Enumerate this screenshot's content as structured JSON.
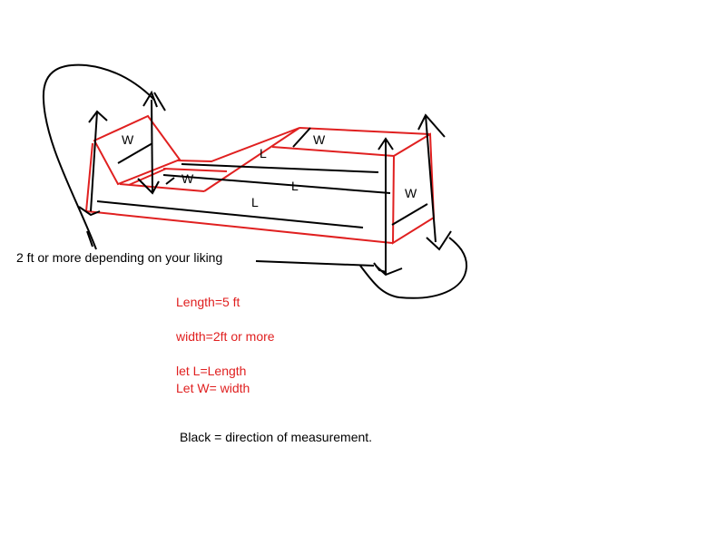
{
  "diagram": {
    "labels": {
      "w1": "W",
      "w2": "W",
      "w3": "W",
      "w4": "W",
      "l1": "L",
      "l2": "L",
      "l3": "L"
    },
    "side_note": "2 ft or more depending on your liking",
    "notes": [
      "Length=5 ft",
      "width=2ft or more",
      "let L=Length",
      "Let W= width"
    ],
    "legend": "Black = direction of measurement.",
    "colors": {
      "shape": "#e02020",
      "measure": "#000000"
    }
  }
}
